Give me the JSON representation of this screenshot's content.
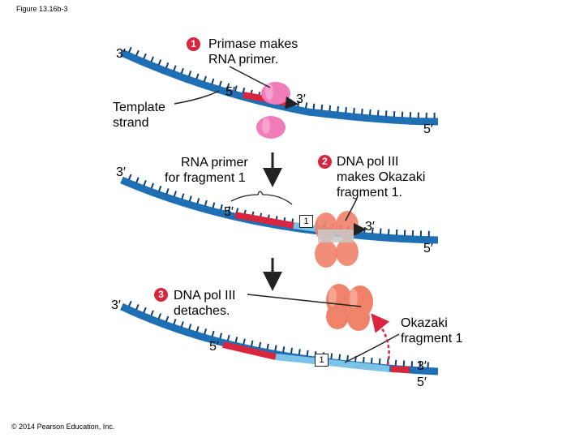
{
  "figure_label": "Figure 13.16b-3",
  "copyright": "© 2014 Pearson Education, Inc.",
  "step1": {
    "number": "1",
    "text_line1": "Primase makes",
    "text_line2": "RNA primer."
  },
  "step2": {
    "number": "2",
    "text_line1": "DNA pol III",
    "text_line2": "makes Okazaki",
    "text_line3": "fragment 1."
  },
  "step3": {
    "number": "3",
    "text_line1": "DNA pol III",
    "text_line2": "detaches."
  },
  "template_strand": {
    "line1": "Template",
    "line2": "strand"
  },
  "rna_primer_label": {
    "line1": "RNA primer",
    "line2": "for fragment 1"
  },
  "okazaki_label": {
    "line1": "Okazaki",
    "line2": "fragment 1"
  },
  "fragment_number": "1",
  "ends": {
    "three_prime": "3′",
    "five_prime": "5′"
  },
  "colors": {
    "template_strand": "#1f6fb5",
    "template_strand_edge": "#0d3f73",
    "rna_primer": "#d7263d",
    "okazaki_fragment": "#7cc3ea",
    "primase": "#f07cb8",
    "dna_pol": "#f0826a",
    "step_badge": "#d7263d"
  }
}
